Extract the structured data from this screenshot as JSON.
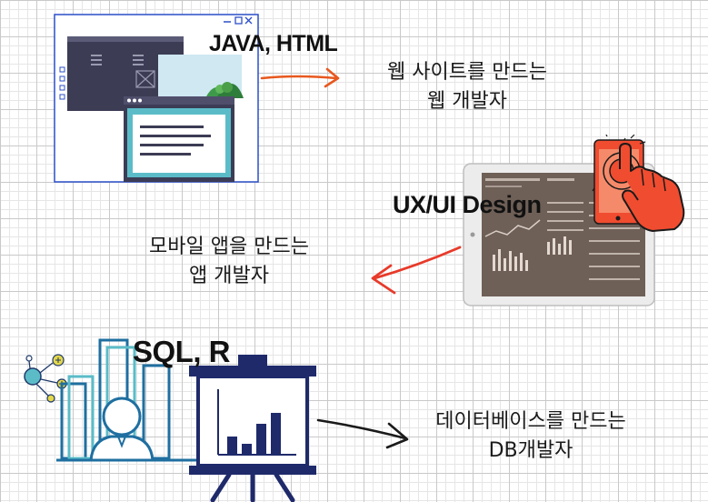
{
  "sections": {
    "web": {
      "tech": "JAVA, HTML",
      "role_line1": "웹 사이트를 만드는",
      "role_line2": "웹 개발자",
      "arrow_color": "#e8581e"
    },
    "mobile": {
      "tech": "UX/UI Design",
      "role_line1": "모바일 앱을 만드는",
      "role_line2": "앱 개발자",
      "arrow_color": "#e83a2a"
    },
    "db": {
      "tech": "SQL, R",
      "role_line1": "데이터베이스를 만드는",
      "role_line2": "DB개발자",
      "arrow_color": "#1a1a1a"
    }
  },
  "icons": [
    "browser-window-icon",
    "tablet-dashboard-icon",
    "touch-phone-icon",
    "data-chart-icon",
    "presentation-board-icon"
  ],
  "colors": {
    "navy": "#1f2a6b",
    "teal": "#5bbcc8",
    "orange": "#e8581e",
    "red": "#f04c30",
    "dark": "#3c3c55"
  }
}
